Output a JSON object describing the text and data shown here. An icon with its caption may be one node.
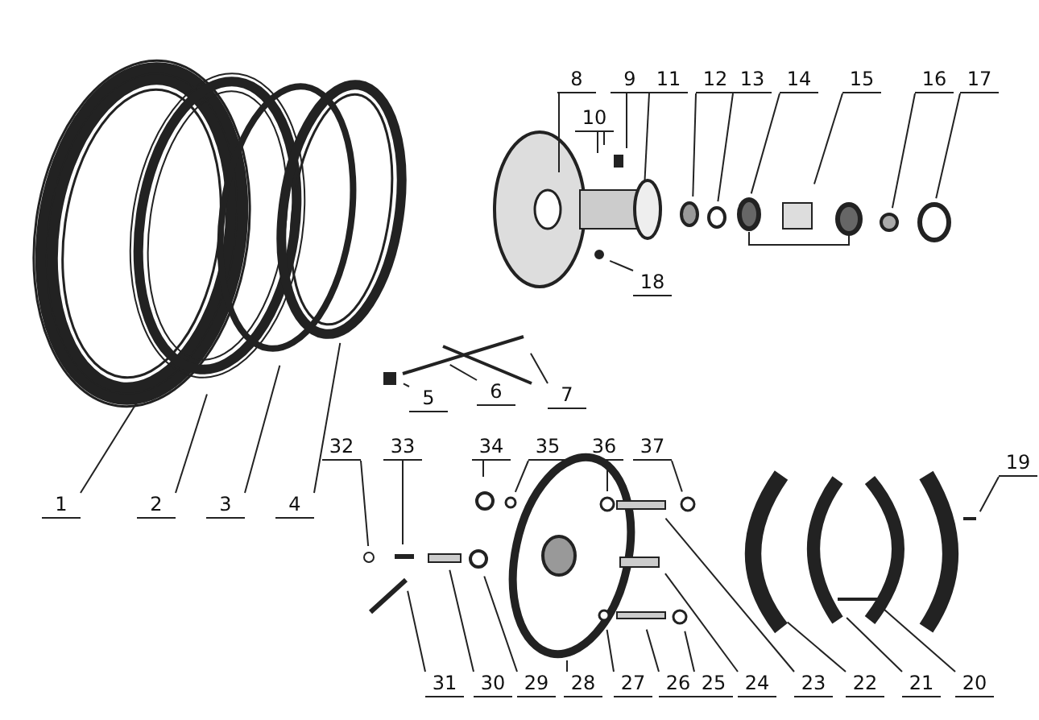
{
  "diagram": {
    "nodes": [
      {
        "text": [
          "1"
        ]
      },
      {
        "text": [
          "2"
        ]
      },
      {
        "text": [
          "3"
        ]
      },
      {
        "text": [
          "4"
        ]
      },
      {
        "text": [
          "5"
        ]
      },
      {
        "text": [
          "6"
        ]
      },
      {
        "text": [
          "7"
        ]
      },
      {
        "text": [
          "8"
        ]
      },
      {
        "text": [
          "9"
        ]
      },
      {
        "text": [
          "10"
        ]
      },
      {
        "text": [
          "11"
        ]
      },
      {
        "text": [
          "12"
        ]
      },
      {
        "text": [
          "13"
        ]
      },
      {
        "text": [
          "14"
        ]
      },
      {
        "text": [
          "15"
        ]
      },
      {
        "text": [
          "16"
        ]
      },
      {
        "text": [
          "17"
        ]
      },
      {
        "text": [
          "18"
        ]
      },
      {
        "text": [
          "19"
        ]
      },
      {
        "text": [
          "20"
        ]
      },
      {
        "text": [
          "21"
        ]
      },
      {
        "text": [
          "22"
        ]
      },
      {
        "text": [
          "23"
        ]
      },
      {
        "text": [
          "24"
        ]
      },
      {
        "text": [
          "25"
        ]
      },
      {
        "text": [
          "26"
        ]
      },
      {
        "text": [
          "27"
        ]
      },
      {
        "text": [
          "28"
        ]
      },
      {
        "text": [
          "29"
        ]
      },
      {
        "text": [
          "30"
        ]
      },
      {
        "text": [
          "31"
        ]
      },
      {
        "text": [
          "32"
        ]
      },
      {
        "text": [
          "33"
        ]
      },
      {
        "text": [
          "34"
        ]
      },
      {
        "text": [
          "35"
        ]
      },
      {
        "text": [
          "36"
        ]
      },
      {
        "text": [
          "37"
        ]
      }
    ],
    "edges": [
      {
        "from": 0,
        "to": null,
        "arrow": "none"
      },
      {
        "from": 1,
        "to": null,
        "arrow": "none"
      },
      {
        "from": 2,
        "to": null,
        "arrow": "none"
      },
      {
        "from": 3,
        "to": null,
        "arrow": "none"
      },
      {
        "from": 4,
        "to": null,
        "arrow": "none"
      },
      {
        "from": 5,
        "to": null,
        "arrow": "none"
      },
      {
        "from": 6,
        "to": null,
        "arrow": "none"
      },
      {
        "from": 7,
        "to": null,
        "arrow": "none"
      },
      {
        "from": 8,
        "to": null,
        "arrow": "none"
      },
      {
        "from": 9,
        "to": null,
        "arrow": "none"
      },
      {
        "from": 9,
        "to": null,
        "arrow": "none"
      },
      {
        "from": 10,
        "to": null,
        "arrow": "none"
      },
      {
        "from": 11,
        "to": null,
        "arrow": "none"
      },
      {
        "from": 12,
        "to": null,
        "arrow": "none"
      },
      {
        "from": 13,
        "to": null,
        "arrow": "none"
      },
      {
        "from": 14,
        "to": null,
        "arrow": "none"
      },
      {
        "from": 15,
        "to": null,
        "arrow": "none"
      },
      {
        "from": 16,
        "to": null,
        "arrow": "none"
      },
      {
        "from": 17,
        "to": null,
        "arrow": "none"
      },
      {
        "from": 18,
        "to": null,
        "arrow": "none"
      },
      {
        "from": 19,
        "to": null,
        "arrow": "none"
      },
      {
        "from": 20,
        "to": null,
        "arrow": "none"
      },
      {
        "from": 21,
        "to": null,
        "arrow": "none"
      },
      {
        "from": 22,
        "to": null,
        "arrow": "none"
      },
      {
        "from": 23,
        "to": null,
        "arrow": "none"
      },
      {
        "from": 24,
        "to": null,
        "arrow": "none"
      },
      {
        "from": 25,
        "to": null,
        "arrow": "none"
      },
      {
        "from": 26,
        "to": null,
        "arrow": "none"
      },
      {
        "from": 27,
        "to": null,
        "arrow": "none"
      },
      {
        "from": 28,
        "to": null,
        "arrow": "none"
      },
      {
        "from": 29,
        "to": null,
        "arrow": "none"
      },
      {
        "from": 30,
        "to": null,
        "arrow": "none"
      },
      {
        "from": 31,
        "to": null,
        "arrow": "none"
      },
      {
        "from": 32,
        "to": null,
        "arrow": "none"
      },
      {
        "from": 33,
        "to": null,
        "arrow": "none"
      },
      {
        "from": 34,
        "to": null,
        "arrow": "none"
      },
      {
        "from": 35,
        "to": null,
        "arrow": "none"
      },
      {
        "from": 36,
        "to": null,
        "arrow": "none"
      }
    ]
  }
}
